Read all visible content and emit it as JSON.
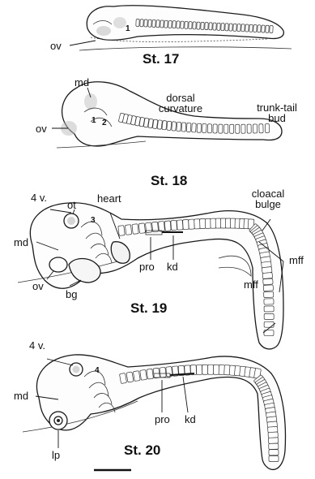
{
  "stages": [
    {
      "id": "st17",
      "label": "St. 17",
      "labels": {
        "ov": "ov",
        "arch": "1"
      }
    },
    {
      "id": "st18",
      "label": "St. 18",
      "labels": {
        "md": "md",
        "ov": "ov",
        "arch1": "1",
        "arch2": "2",
        "dorsal_line1": "dorsal",
        "dorsal_line2": "curvature",
        "trunk_line1": "trunk-tail",
        "trunk_line2": "bud"
      }
    },
    {
      "id": "st19",
      "label": "St. 19",
      "labels": {
        "fourth_ventricle": "4 v.",
        "ot": "ot",
        "heart": "heart",
        "cloacal_line1": "cloacal",
        "cloacal_line2": "bulge",
        "md": "md",
        "arch": "3",
        "mff_right": "mff",
        "mff_left": "mff",
        "pro": "pro",
        "kd": "kd",
        "ov": "ov",
        "bg": "bg"
      }
    },
    {
      "id": "st20",
      "label": "St. 20",
      "labels": {
        "fourth_ventricle": "4 v.",
        "md": "md",
        "arch": "4",
        "pro": "pro",
        "kd": "kd",
        "lp": "lp"
      }
    }
  ],
  "scale_bar": {
    "visible": true
  }
}
